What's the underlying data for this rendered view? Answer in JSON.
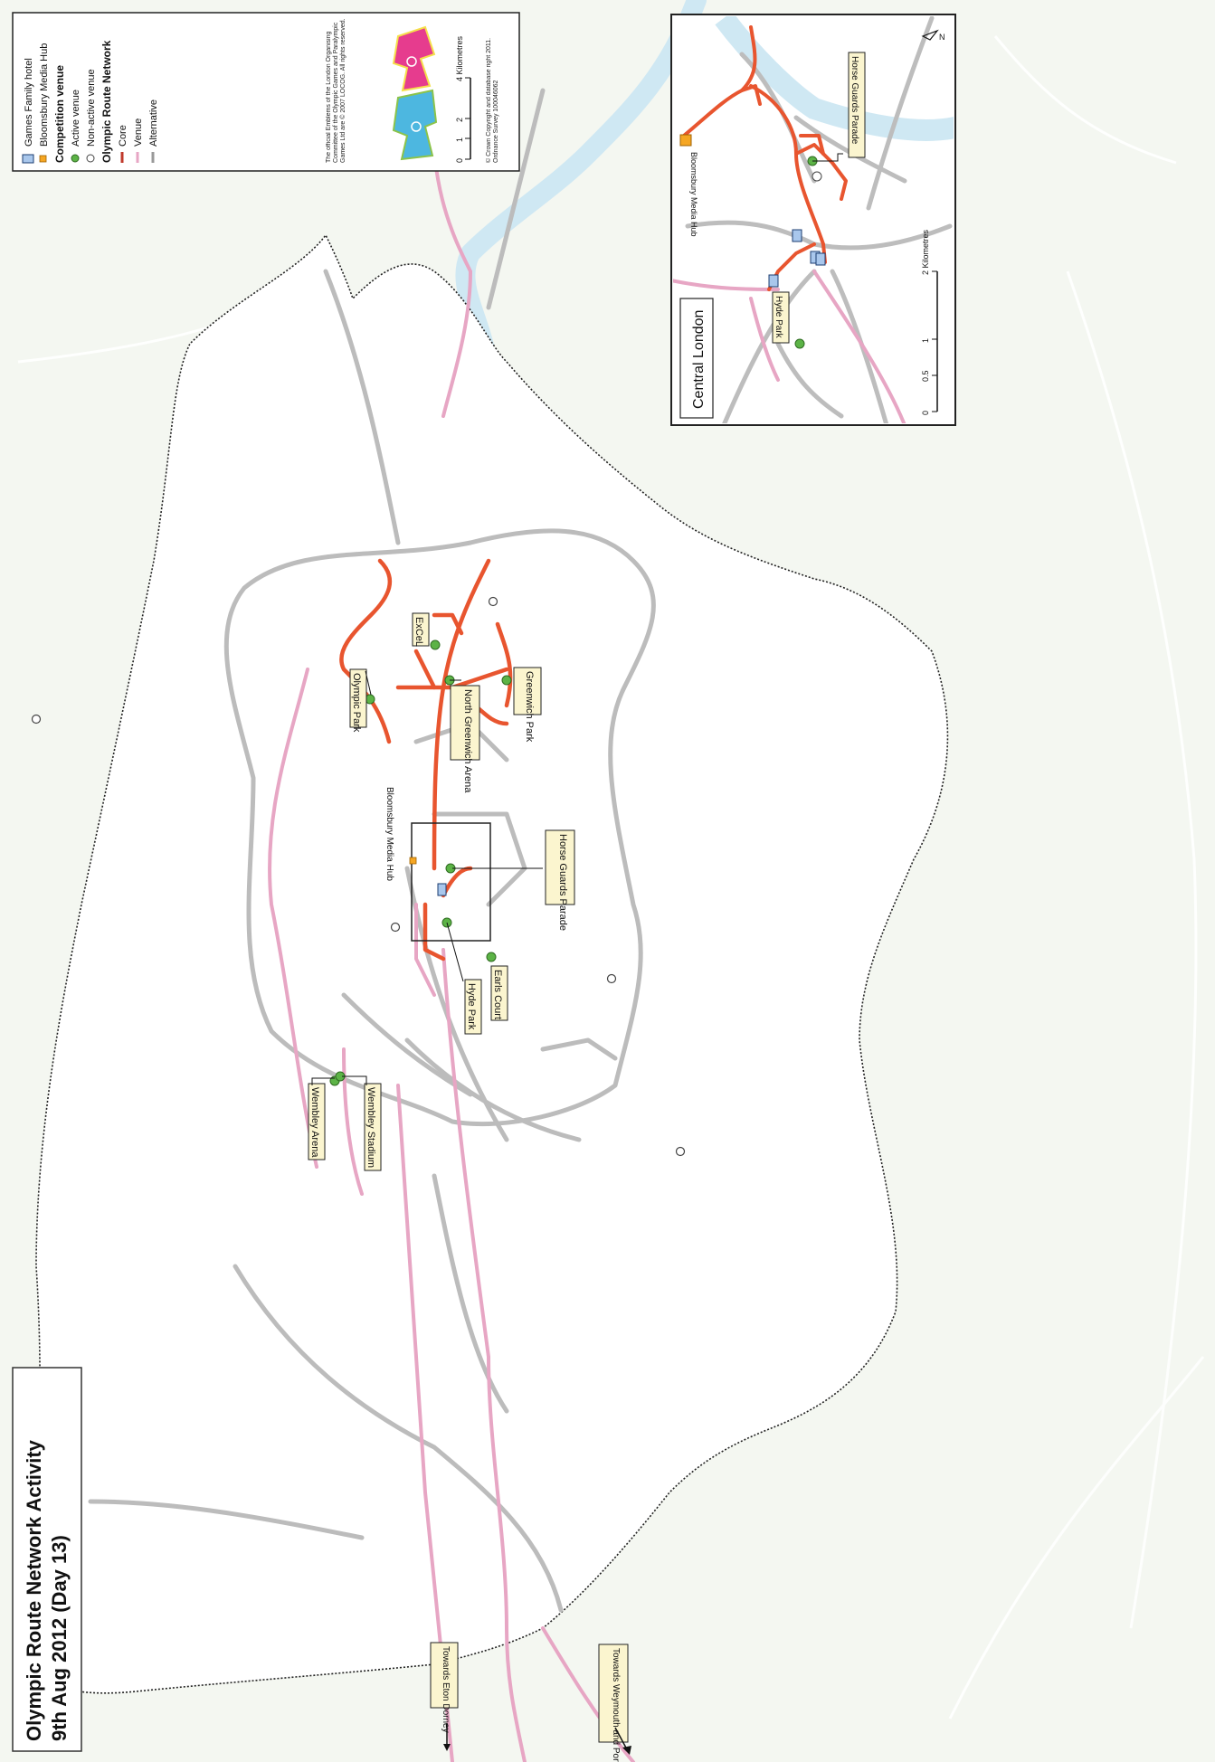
{
  "title": {
    "line1": "Olympic Route Network Activity",
    "line2": "9th Aug 2012 (Day 13)"
  },
  "legend": {
    "items": {
      "hotel": "Games Family hotel",
      "media_hub": "Bloomsbury Media Hub",
      "competition_heading": "Competition venue",
      "active": "Active venue",
      "non_active": "Non-active venue",
      "orn_heading": "Olympic Route Network",
      "core": "Core",
      "venue": "Venue",
      "alternative": "Alternative"
    },
    "emblem_text": "The official Emblems of the London Organising Committee of the Olympic Games and Paralympic Games Ltd are © 2007 LOCOG. All rights reserved.",
    "copyright": "© Crown Copyright and database right 2011. Ordnance Survey 100046062",
    "scale": {
      "ticks": [
        "0",
        "1",
        "2",
        "4 Kilometres"
      ]
    }
  },
  "inset": {
    "title": "Central London",
    "labels": {
      "horse_guards": "Horse Guards Parade",
      "media_hub": "Bloomsbury Media Hub",
      "hyde_park": "Hyde Park",
      "north": "N"
    },
    "scale": {
      "ticks": [
        "0",
        "0.5",
        "1",
        "2 Kilometres"
      ]
    }
  },
  "venues": {
    "wembley_arena": "Wembley Arena",
    "wembley_stadium": "Wembley Stadium",
    "hyde_park": "Hyde Park",
    "earls_court": "Earls Court",
    "horse_guards": "Horse Guards Parade",
    "bloomsbury": "Bloomsbury Media Hub",
    "olympic_park": "Olympic Park",
    "excel": "ExCeL",
    "north_greenwich": "North Greenwich Arena",
    "greenwich_park": "Greenwich Park"
  },
  "directions": {
    "eton_dorney": "Towards Eton Dorney",
    "weymouth": "Towards Weymouth and Portland"
  },
  "colors": {
    "core": "#e8552f",
    "venue_route": "#e7a6c4",
    "alternative": "#b8b8b8",
    "active_venue": "#5cb346",
    "media_hub": "#f5a623",
    "river": "#cde8f2",
    "boundary": "#222222"
  }
}
